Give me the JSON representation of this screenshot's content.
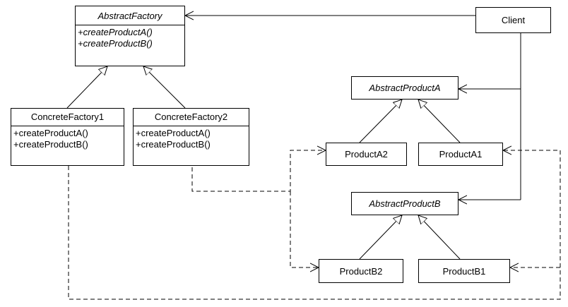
{
  "classes": {
    "abstract_factory": {
      "name": "AbstractFactory",
      "operations": [
        "+createProductA()",
        "+createProductB()"
      ]
    },
    "client": {
      "name": "Client"
    },
    "concrete_factory_1": {
      "name": "ConcreteFactory1",
      "operations": [
        "+createProductA()",
        "+createProductB()"
      ]
    },
    "concrete_factory_2": {
      "name": "ConcreteFactory2",
      "operations": [
        "+createProductA()",
        "+createProductB()"
      ]
    },
    "abstract_product_a": {
      "name": "AbstractProductA"
    },
    "product_a1": {
      "name": "ProductA1"
    },
    "product_a2": {
      "name": "ProductA2"
    },
    "abstract_product_b": {
      "name": "AbstractProductB"
    },
    "product_b1": {
      "name": "ProductB1"
    },
    "product_b2": {
      "name": "ProductB2"
    }
  },
  "colors": {
    "line": "#000000",
    "background": "#ffffff"
  }
}
